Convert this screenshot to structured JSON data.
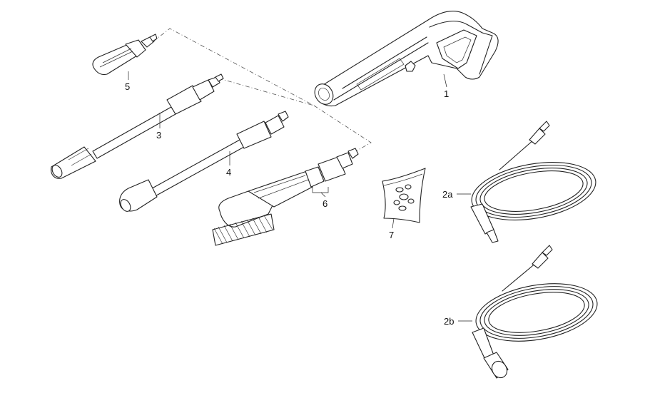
{
  "labels": {
    "gun": "1",
    "hose_a": "2a",
    "hose_b": "2b",
    "lance_3": "3",
    "lance_4": "4",
    "rotary_nozzle": "5",
    "wash_brush": "6",
    "seal_kit": "7"
  },
  "colors": {
    "stroke": "#222222",
    "background": "#ffffff"
  }
}
